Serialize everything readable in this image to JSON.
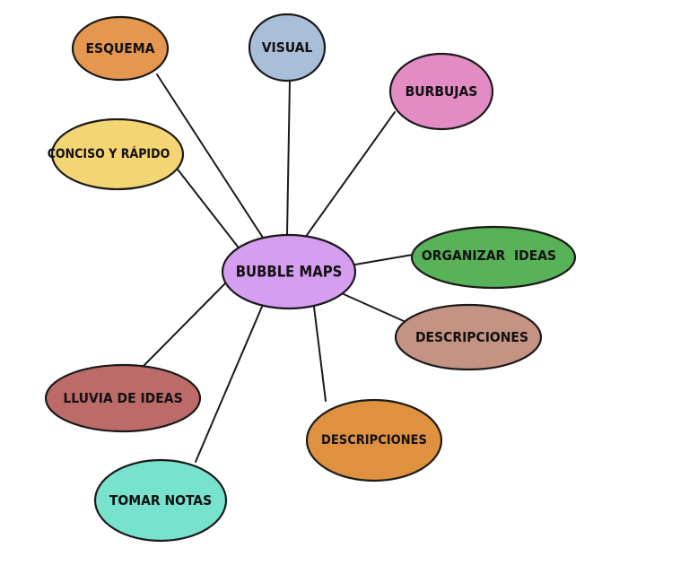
{
  "center": {
    "label": "BUBBLE MAPS",
    "color": "#d59ef0"
  },
  "bubbles": [
    {
      "id": "esquema",
      "label": "ESQUEMA",
      "color": "#e5964f"
    },
    {
      "id": "visual",
      "label": "VISUAL",
      "color": "#a9bfd9"
    },
    {
      "id": "burbujas",
      "label": "BURBUJAS",
      "color": "#e38bc3"
    },
    {
      "id": "conciso",
      "label": "CONCISO Y RÁPIDO",
      "color": "#f3d573"
    },
    {
      "id": "organizar",
      "label": "ORGANIZAR  IDEAS",
      "color": "#58b257"
    },
    {
      "id": "descripciones-1",
      "label": "DESCRIPCIONES",
      "color": "#c59383"
    },
    {
      "id": "lluvia",
      "label": "LLUVIA DE IDEAS",
      "color": "#bd6b68"
    },
    {
      "id": "descripciones-2",
      "label": "DESCRIPCIONES",
      "color": "#e0913f"
    },
    {
      "id": "tomar-notas",
      "label": "TOMAR NOTAS",
      "color": "#78e3cc"
    }
  ]
}
